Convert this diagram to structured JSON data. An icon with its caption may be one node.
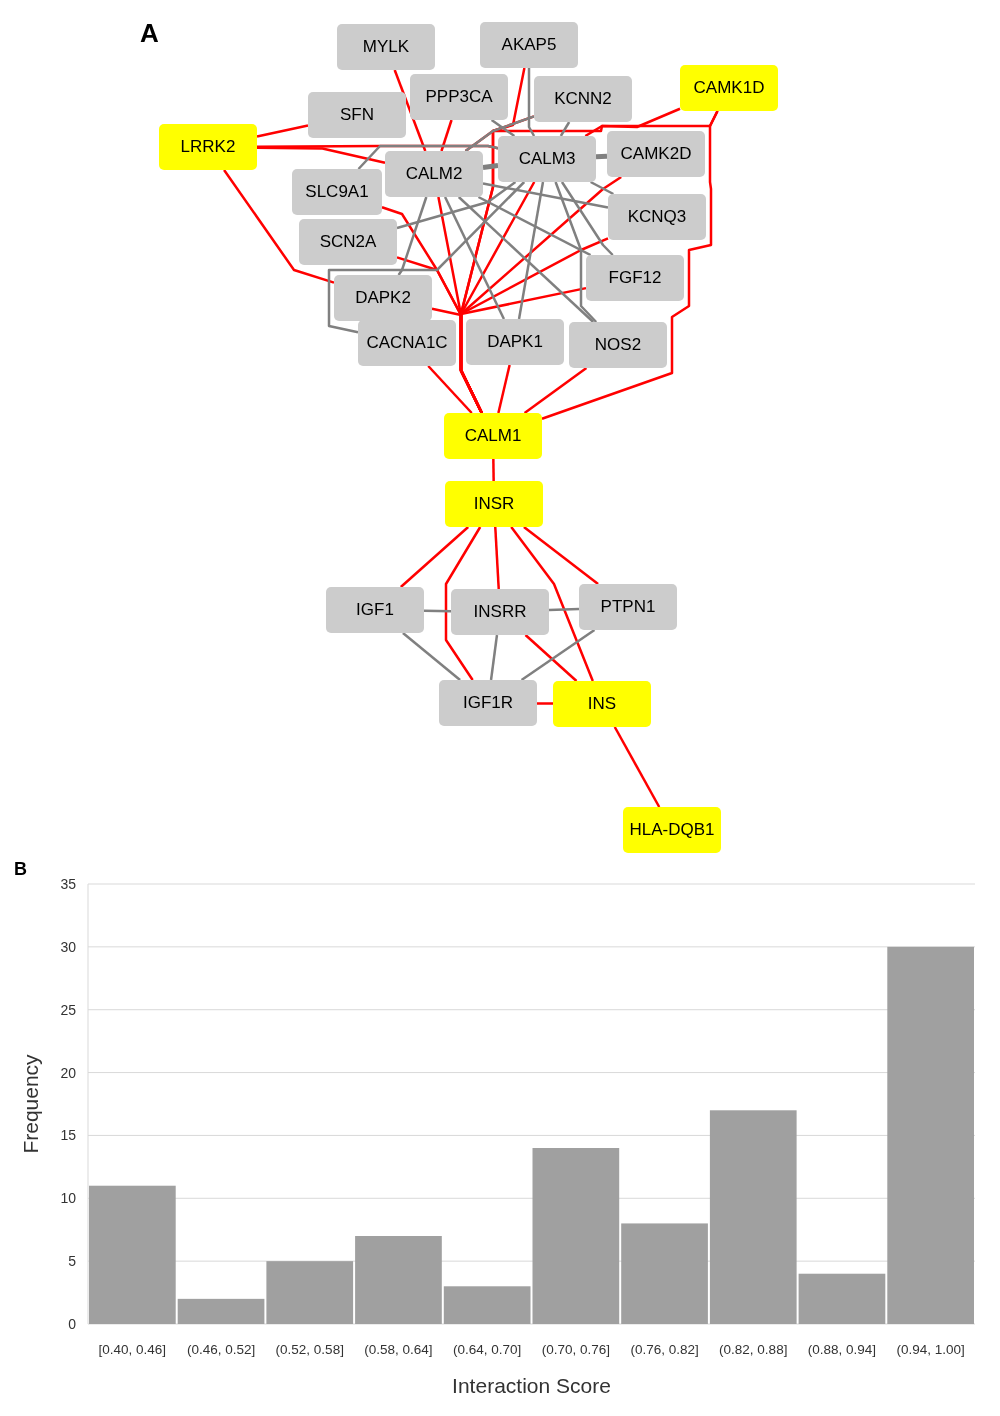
{
  "diagram": {
    "nodes": [
      {
        "text": [
          "MYLK"
        ]
      },
      {
        "text": [
          "AKAP5"
        ]
      },
      {
        "text": [
          "PPP3CA"
        ]
      },
      {
        "text": [
          "KCNN2"
        ]
      },
      {
        "text": [
          "CAMK1D"
        ]
      },
      {
        "text": [
          "SFN"
        ]
      },
      {
        "text": [
          "LRRK2"
        ]
      },
      {
        "text": [
          "CALM2"
        ]
      },
      {
        "text": [
          "CALM3"
        ]
      },
      {
        "text": [
          "CAMK2D"
        ]
      },
      {
        "text": [
          "SLC9A1"
        ]
      },
      {
        "text": [
          "KCNQ3"
        ]
      },
      {
        "text": [
          "SCN2A"
        ]
      },
      {
        "text": [
          "FGF12"
        ]
      },
      {
        "text": [
          "DAPK2"
        ]
      },
      {
        "text": [
          "CACNA1C"
        ]
      },
      {
        "text": [
          "DAPK1"
        ]
      },
      {
        "text": [
          "NOS2"
        ]
      },
      {
        "text": [
          "CALM1"
        ]
      },
      {
        "text": [
          "INSR"
        ]
      },
      {
        "text": [
          "IGF1"
        ]
      },
      {
        "text": [
          "INSRR"
        ]
      },
      {
        "text": [
          "PTPN1"
        ]
      },
      {
        "text": [
          "IGF1R"
        ]
      },
      {
        "text": [
          "INS"
        ]
      },
      {
        "text": [
          "HLA-DQB1"
        ]
      }
    ],
    "edges": [
      {
        "from": 6,
        "to": 5,
        "arrow": "none"
      },
      {
        "from": 6,
        "to": 7,
        "arrow": "none"
      },
      {
        "from": 6,
        "to": 8,
        "arrow": "none"
      },
      {
        "from": 6,
        "to": 14,
        "arrow": "none"
      },
      {
        "from": 4,
        "to": 8,
        "arrow": "none"
      },
      {
        "from": 4,
        "to": 7,
        "arrow": "none"
      },
      {
        "from": 4,
        "to": 18,
        "arrow": "none"
      },
      {
        "from": 7,
        "to": 0,
        "arrow": "none"
      },
      {
        "from": 18,
        "to": 1,
        "arrow": "none"
      },
      {
        "from": 7,
        "to": 2,
        "arrow": "none"
      },
      {
        "from": 18,
        "to": 3,
        "arrow": "none"
      },
      {
        "from": 18,
        "to": 7,
        "arrow": "none"
      },
      {
        "from": 18,
        "to": 8,
        "arrow": "none"
      },
      {
        "from": 18,
        "to": 9,
        "arrow": "none"
      },
      {
        "from": 18,
        "to": 11,
        "arrow": "none"
      },
      {
        "from": 18,
        "to": 13,
        "arrow": "none"
      },
      {
        "from": 18,
        "to": 10,
        "arrow": "none"
      },
      {
        "from": 18,
        "to": 12,
        "arrow": "none"
      },
      {
        "from": 18,
        "to": 14,
        "arrow": "none"
      },
      {
        "from": 18,
        "to": 15,
        "arrow": "none"
      },
      {
        "from": 18,
        "to": 16,
        "arrow": "none"
      },
      {
        "from": 18,
        "to": 17,
        "arrow": "none"
      },
      {
        "from": 18,
        "to": 19,
        "arrow": "none"
      },
      {
        "from": 19,
        "to": 20,
        "arrow": "none"
      },
      {
        "from": 19,
        "to": 21,
        "arrow": "none"
      },
      {
        "from": 19,
        "to": 23,
        "arrow": "none"
      },
      {
        "from": 19,
        "to": 24,
        "arrow": "none"
      },
      {
        "from": 19,
        "to": 22,
        "arrow": "none"
      },
      {
        "from": 21,
        "to": 24,
        "arrow": "none"
      },
      {
        "from": 23,
        "to": 24,
        "arrow": "none"
      },
      {
        "from": 24,
        "to": 25,
        "arrow": "none"
      },
      {
        "from": 7,
        "to": 8,
        "arrow": "none",
        "style": "thick",
        "color": "#808080"
      },
      {
        "from": 8,
        "to": 9,
        "arrow": "none",
        "style": "thick",
        "color": "#808080"
      },
      {
        "from": 7,
        "to": 3,
        "arrow": "none",
        "color": "#808080"
      },
      {
        "from": 7,
        "to": 11,
        "arrow": "none",
        "color": "#808080"
      },
      {
        "from": 7,
        "to": 13,
        "arrow": "none",
        "color": "#808080"
      },
      {
        "from": 7,
        "to": 17,
        "arrow": "none",
        "color": "#808080"
      },
      {
        "from": 7,
        "to": 16,
        "arrow": "none",
        "color": "#808080"
      },
      {
        "from": 7,
        "to": 14,
        "arrow": "none",
        "color": "#808080"
      },
      {
        "from": 8,
        "to": 1,
        "arrow": "none",
        "color": "#808080"
      },
      {
        "from": 8,
        "to": 2,
        "arrow": "none",
        "color": "#808080"
      },
      {
        "from": 8,
        "to": 3,
        "arrow": "none",
        "color": "#808080"
      },
      {
        "from": 8,
        "to": 11,
        "arrow": "none",
        "color": "#808080"
      },
      {
        "from": 8,
        "to": 13,
        "arrow": "none",
        "color": "#808080"
      },
      {
        "from": 8,
        "to": 17,
        "arrow": "none",
        "color": "#808080"
      },
      {
        "from": 8,
        "to": 16,
        "arrow": "none",
        "color": "#808080"
      },
      {
        "from": 8,
        "to": 12,
        "arrow": "none",
        "color": "#808080"
      },
      {
        "from": 8,
        "to": 15,
        "arrow": "none",
        "color": "#808080"
      },
      {
        "from": 8,
        "to": 10,
        "arrow": "none",
        "color": "#808080"
      },
      {
        "from": 20,
        "to": 21,
        "arrow": "none",
        "color": "#808080"
      },
      {
        "from": 21,
        "to": 22,
        "arrow": "none",
        "color": "#808080"
      },
      {
        "from": 20,
        "to": 23,
        "arrow": "none",
        "color": "#808080"
      },
      {
        "from": 21,
        "to": 23,
        "arrow": "none",
        "color": "#808080"
      },
      {
        "from": 22,
        "to": 23,
        "arrow": "none",
        "color": "#808080"
      }
    ],
    "labels": [
      "A",
      "B"
    ],
    "chart_data": {
      "type": "bar",
      "xlabel": "Interaction Score",
      "ylabel": "Frequency",
      "categories": [
        "[0.40, 0.46]",
        "(0.46, 0.52]",
        "(0.52, 0.58]",
        "(0.58, 0.64]",
        "(0.64, 0.70]",
        "(0.70, 0.76]",
        "(0.76, 0.82]",
        "(0.82, 0.88]",
        "(0.88, 0.94]",
        "(0.94, 1.00]"
      ],
      "series": [
        {
          "color": "#a0a0a0",
          "values": [
            11,
            2,
            5,
            7,
            3,
            14,
            8,
            17,
            4,
            30
          ]
        }
      ],
      "ylim": [
        0,
        35
      ],
      "grid": true,
      "yticks": [
        0,
        5,
        10,
        15,
        20,
        25,
        30,
        35
      ]
    }
  }
}
